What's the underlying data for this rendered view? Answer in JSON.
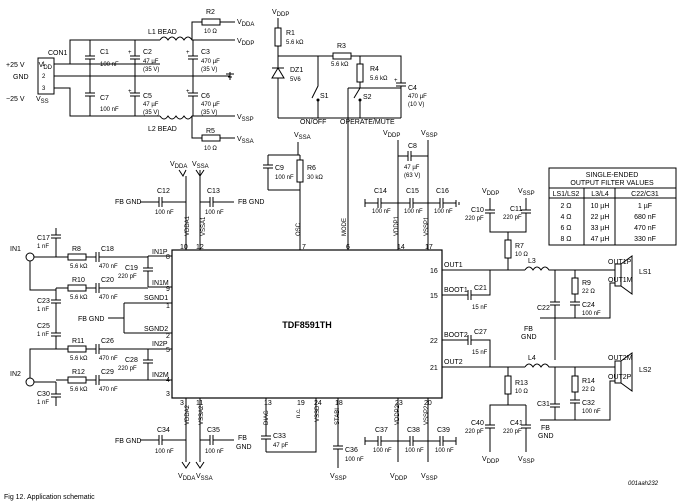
{
  "supply": {
    "con1": "CON1",
    "p25": "+25 V",
    "gnd": "GND",
    "m25": "−25 V",
    "vdd": "V",
    "vdd_sub": "DD",
    "vss": "V",
    "vss_sub": "SS",
    "pin1": "1",
    "pin2": "2",
    "pin3": "3",
    "c1": "C1",
    "c1v": "100 nF",
    "c7": "C7",
    "c7v": "100 nF",
    "c2": "C2",
    "c2v": "47 µF",
    "c2r": "(35 V)",
    "c5": "C5",
    "c5v": "47 µF",
    "c5r": "(35 V)",
    "c3": "C3",
    "c3v": "470 µF",
    "c3r": "(35 V)",
    "c6": "C6",
    "c6v": "470 µF",
    "c6r": "(35 V)",
    "l1": "L1 BEAD",
    "l2": "L2 BEAD",
    "r2": "R2",
    "r2v": "10 Ω",
    "r5": "R5",
    "r5v": "10 Ω",
    "vdda": "V",
    "vdda_sub": "DDA",
    "vddp": "V",
    "vddp_sub": "DDP",
    "vssp": "V",
    "vssp_sub": "SSP",
    "vssa": "V",
    "vssa_sub": "SSA"
  },
  "mode": {
    "vddp": "V",
    "vddp_sub": "DDP",
    "r1": "R1",
    "r1v": "5.6 kΩ",
    "r3": "R3",
    "r3v": "5.6 kΩ",
    "r4": "R4",
    "r4v": "5.6 kΩ",
    "dz1": "DZ1",
    "dz1v": "5V6",
    "c4": "C4",
    "c4v": "470 µF",
    "c4r": "(10 V)",
    "s1": "S1",
    "s2": "S2",
    "onoff": "ON/OFF",
    "opmute": "OPERATE/MUTE"
  },
  "table": {
    "title1": "SINGLE-ENDED",
    "title2": "OUTPUT FILTER VALUES",
    "headers": [
      "LS1/LS2",
      "L3/L4",
      "C22/C31"
    ],
    "rows": [
      [
        "2 Ω",
        "10 µH",
        "1 µF"
      ],
      [
        "4 Ω",
        "22 µH",
        "680 nF"
      ],
      [
        "6 Ω",
        "33 µH",
        "470 nF"
      ],
      [
        "8 Ω",
        "47 µH",
        "330 nF"
      ]
    ]
  },
  "chip": {
    "name": "TDF8591TH",
    "pins_top": [
      "10",
      "12",
      "7",
      "6",
      "14",
      "17"
    ],
    "pin_names_top": [
      "V",
      "V",
      "OSC",
      "MODE",
      "V",
      "V"
    ],
    "pin_subs_top": [
      "DDA1",
      "SSA1",
      "",
      "",
      "DDP1",
      "SSP1"
    ],
    "pins_left": [
      "8",
      "9",
      "1",
      "2",
      "5",
      "4",
      "3"
    ],
    "pin_names_left": [
      "IN1P",
      "IN1M",
      "SGND1",
      "SGND2",
      "IN2P",
      "IN2M"
    ],
    "pins_right": [
      "16",
      "15",
      "22",
      "21"
    ],
    "pin_names_right": [
      "OUT1",
      "BOOT1",
      "BOOT2",
      "OUT2"
    ],
    "pins_bottom": [
      "3",
      "11",
      "13",
      "19",
      "24",
      "18",
      "23",
      "20"
    ],
    "pin_names_bottom": [
      "V",
      "V",
      "DIAG",
      "n.c.",
      "V",
      "STABI",
      "V",
      "V"
    ],
    "pin_subs_bottom": [
      "DDA2",
      "SSA2",
      "",
      "",
      "SSD",
      "",
      "DDP2",
      "SSP2"
    ]
  },
  "inputs": {
    "in1": "IN1",
    "in2": "IN2",
    "c17": "C17",
    "c17v": "1 nF",
    "c23": "C23",
    "c23v": "1 nF",
    "c25": "C25",
    "c25v": "1 nF",
    "c30": "C30",
    "c30v": "1 nF",
    "r8": "R8",
    "r8v": "5.6 kΩ",
    "r10": "R10",
    "r10v": "5.6 kΩ",
    "r11": "R11",
    "r11v": "5.6 kΩ",
    "r12": "R12",
    "r12v": "5.6 kΩ",
    "c18": "C18",
    "c18v": "470 nF",
    "c20": "C20",
    "c20v": "470 nF",
    "c26": "C26",
    "c26v": "470 nF",
    "c29": "C29",
    "c29v": "470 nF",
    "c19": "C19",
    "c19v": "220 pF",
    "c28": "C28",
    "c28v": "220 pF",
    "fbgnd": "FB GND"
  },
  "topcaps": {
    "fbgnd_l": "FB GND",
    "fbgnd_r": "FB GND",
    "c12": "C12",
    "c12v": "100 nF",
    "c13": "C13",
    "c13v": "100 nF",
    "c9": "C9",
    "c9v": "100 nF",
    "r6": "R6",
    "r6v": "30 kΩ",
    "vdda": "V",
    "vdda_sub": "DDA",
    "vssa": "V",
    "vssa_sub": "SSA",
    "vssa2": "V",
    "vssa2_sub": "SSA",
    "vddp": "V",
    "vddp_sub": "DDP",
    "vssp": "V",
    "vssp_sub": "SSP",
    "c8": "C8",
    "c8v": "47 µF",
    "c8r": "(63 V)",
    "c14": "C14",
    "c14v": "100 nF",
    "c15": "C15",
    "c15v": "100 nF",
    "c16": "C16",
    "c16v": "100 nF"
  },
  "outputs": {
    "vddp": "V",
    "vddp_sub": "DDP",
    "vssp": "V",
    "vssp_sub": "SSP",
    "c10": "C10",
    "c10v": "220 pF",
    "c11": "C11",
    "c11v": "220 pF",
    "r7": "R7",
    "r7v": "10 Ω",
    "l3": "L3",
    "l4": "L4",
    "c21": "C21",
    "c21v": "15 nF",
    "c27": "C27",
    "c27v": "15 nF",
    "c22": "C22",
    "c31": "C31",
    "r9": "R9",
    "r9v": "22 Ω",
    "r14": "R14",
    "r14v": "22 Ω",
    "c24": "C24",
    "c24v": "100 nF",
    "c32": "C32",
    "c32v": "100 nF",
    "fbgnd1": "FB",
    "fbgnd1b": "GND",
    "fbgnd2": "FB",
    "fbgnd2b": "GND",
    "r13": "R13",
    "r13v": "10 Ω",
    "c40": "C40",
    "c40v": "220 pF",
    "c41": "C41",
    "c41v": "220 pF",
    "out1p": "OUT1P",
    "out1m": "OUT1M",
    "out2m": "OUT2M",
    "out2p": "OUT2P",
    "ls1": "LS1",
    "ls2": "LS2",
    "vddp_b": "V",
    "vddp_b_sub": "DDP",
    "vssp_b": "V",
    "vssp_b_sub": "SSP"
  },
  "bottom": {
    "fbgnd": "FB GND",
    "fbgnd2": "FB",
    "fbgnd2b": "GND",
    "c34": "C34",
    "c34v": "100 nF",
    "c35": "C35",
    "c35v": "100 nF",
    "c33": "C33",
    "c33v": "47 pF",
    "c36": "C36",
    "c36v": "100 nF",
    "c37": "C37",
    "c37v": "100 nF",
    "c38": "C38",
    "c38v": "100 nF",
    "c39": "C39",
    "c39v": "100 nF",
    "vdda": "V",
    "vdda_sub": "DDA",
    "vssa": "V",
    "vssa_sub": "SSA",
    "vssp1": "V",
    "vssp1_sub": "SSP",
    "vddp": "V",
    "vddp_sub": "DDP",
    "vssp2": "V",
    "vssp2_sub": "SSP",
    "ref": "001aah232"
  },
  "caption": "Fig 12.  Application schematic"
}
